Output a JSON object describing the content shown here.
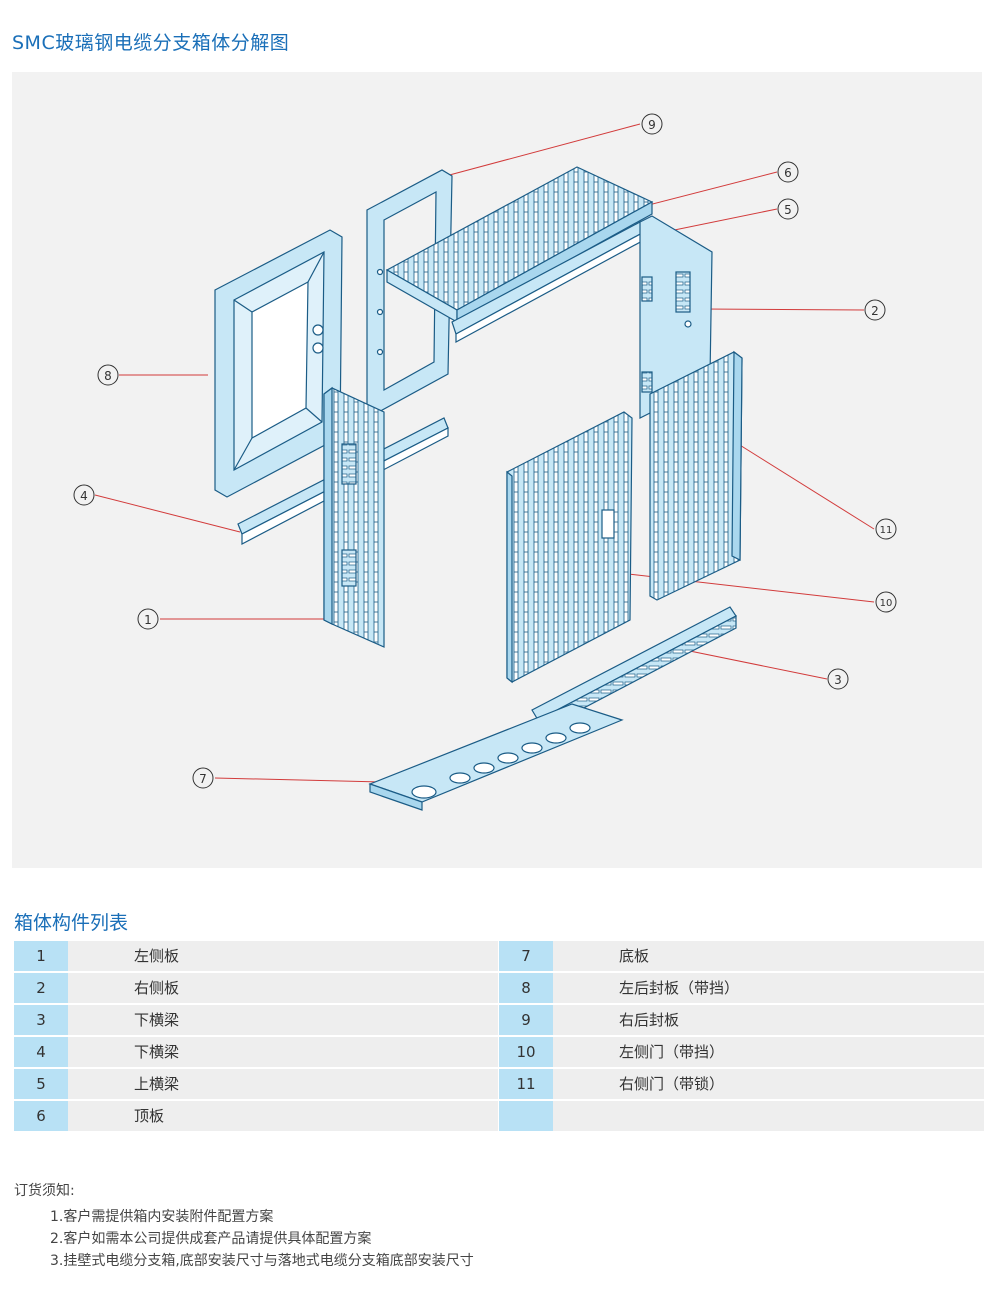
{
  "page": {
    "title": "SMC玻璃钢电缆分支箱体分解图",
    "section_title": "箱体构件列表"
  },
  "diagram": {
    "callouts": [
      {
        "id": "9",
        "label": "⑨"
      },
      {
        "id": "6",
        "label": "⑥"
      },
      {
        "id": "5",
        "label": "⑤"
      },
      {
        "id": "2",
        "label": "②"
      },
      {
        "id": "8",
        "label": "⑧"
      },
      {
        "id": "4",
        "label": "④"
      },
      {
        "id": "11",
        "label": "⑪"
      },
      {
        "id": "10",
        "label": "⑩"
      },
      {
        "id": "1",
        "label": "①"
      },
      {
        "id": "3",
        "label": "③"
      },
      {
        "id": "7",
        "label": "⑦"
      }
    ],
    "colors": {
      "panel_bg": "#f2f2f2",
      "component_fill": "#c7e7f6",
      "component_stroke": "#1b5c86",
      "leader_line": "#d23b3b"
    }
  },
  "parts_table": {
    "rows": [
      {
        "left_num": "1",
        "left_name": "左侧板",
        "right_num": "7",
        "right_name": "底板"
      },
      {
        "left_num": "2",
        "left_name": "右侧板",
        "right_num": "8",
        "right_name": "左后封板（带挡）"
      },
      {
        "left_num": "3",
        "left_name": "下横梁",
        "right_num": "9",
        "right_name": "右后封板"
      },
      {
        "left_num": "4",
        "left_name": "下横梁",
        "right_num": "10",
        "right_name": "左侧门（带挡）"
      },
      {
        "left_num": "5",
        "left_name": "上横梁",
        "right_num": "11",
        "right_name": "右侧门（带锁）"
      },
      {
        "left_num": "6",
        "left_name": "顶板",
        "right_num": "",
        "right_name": ""
      }
    ]
  },
  "notes": {
    "title": "订货须知:",
    "items": [
      "1.客户需提供箱内安装附件配置方案",
      "2.客户如需本公司提供成套产品请提供具体配置方案",
      "3.挂壁式电缆分支箱,底部安装尺寸与落地式电缆分支箱底部安装尺寸"
    ]
  }
}
